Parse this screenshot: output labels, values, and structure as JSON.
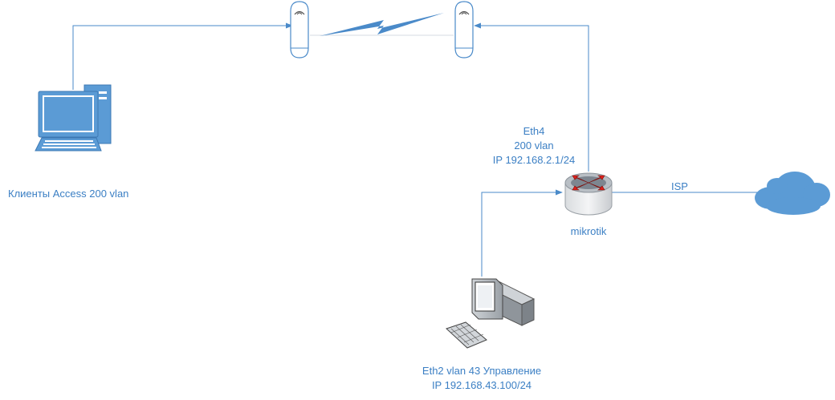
{
  "clients_label": "Клиенты Access 200 vlan",
  "router": {
    "name": "mikrotik",
    "port": "Eth4",
    "vlan": "200 vlan",
    "ip": "IP 192.168.2.1/24"
  },
  "isp_label": "ISP",
  "management": {
    "line1": "Eth2 vlan 43 Управление",
    "line2": "IP 192.168.43.100/24"
  },
  "colors": {
    "link": "#4a8ac9",
    "text": "#3b7fc4",
    "cloud": "#5b9bd5",
    "monitor": "#5b9bd5",
    "router_arrows": "#e0201b"
  },
  "icons": [
    "desktop-pc-icon",
    "wireless-bridge-icon",
    "radio-link-icon",
    "router-icon",
    "cloud-icon",
    "workstation-icon"
  ]
}
